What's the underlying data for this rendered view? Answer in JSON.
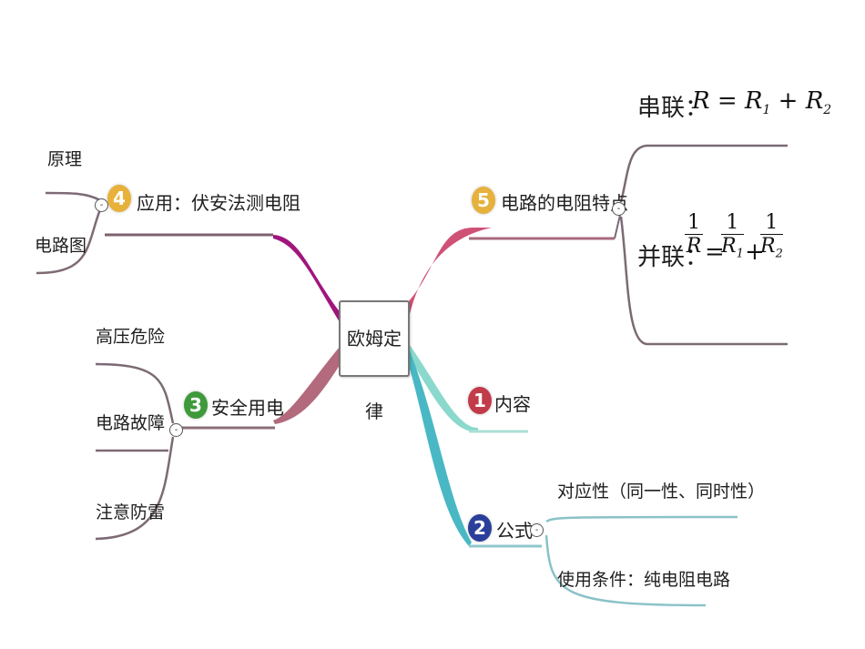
{
  "center": {
    "label": "欧姆定律"
  },
  "branches": {
    "b1": {
      "number": "1",
      "label": "内容",
      "color": "#c23b4a"
    },
    "b2": {
      "number": "2",
      "label": "公式",
      "color": "#2b3f9a",
      "children": [
        "对应性（同一性、同时性）",
        "使用条件：纯电阻电路"
      ]
    },
    "b3": {
      "number": "3",
      "label": "安全用电",
      "color": "#3e9a3a",
      "children": [
        "高压危险",
        "电路故障",
        "注意防雷"
      ]
    },
    "b4": {
      "number": "4",
      "label": "应用：伏安法测电阻",
      "color": "#e8b13a",
      "children": [
        "原理",
        "电路图"
      ]
    },
    "b5": {
      "number": "5",
      "label": "电路的电阻特点",
      "color": "#e6b23d",
      "series_label": "串联：",
      "parallel_label": "并联："
    }
  },
  "collapse_symbol": "-"
}
